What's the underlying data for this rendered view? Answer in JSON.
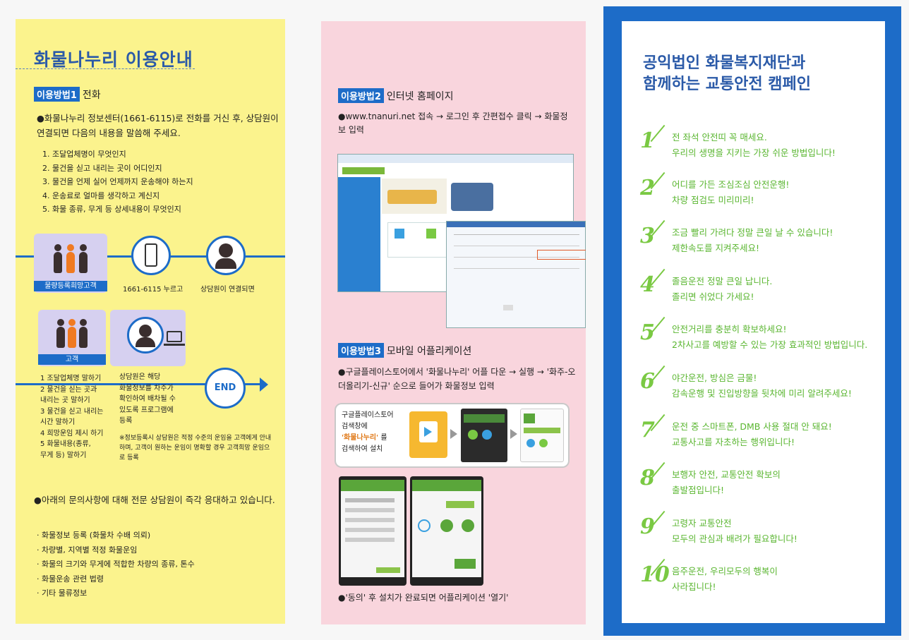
{
  "panel1": {
    "title": "화물나누리 이용안내",
    "method1": {
      "tag": "이용방법1",
      "title": "전화"
    },
    "intro": "●화물나누리 정보센터(1661-6115)로 전화를 거신 후, 상담원이 연결되면 다음의 내용을 말씀해 주세요.",
    "steps": [
      "1. 조달업체명이 무엇인지",
      "2. 물건을 싣고 내리는 곳이 어디인지",
      "3. 물건을 언제 실어 언제까지 운송해야 하는지",
      "4. 운송료로 얼마를 생각하고 계신지",
      "5. 화물 종류, 무게 등 상세내용이 무엇인지"
    ],
    "flow": {
      "customer_label": "물량등록희망고객",
      "call_label": "1661-6115 누르고",
      "agent_label": "상담원이 연결되면",
      "customer2_label": "고객",
      "end_label": "END"
    },
    "customer_steps": [
      "1 조달업체명 말하기",
      "2 물건을 싣는 곳과",
      "   내리는 곳 말하기",
      "3 물건을 싣고 내리는",
      "   시간 말하기",
      "4 희망운임 제시 하기",
      "5 화물내용(종류,",
      "   무게 등) 말하기"
    ],
    "agent_steps": [
      "상담원은 해당",
      "화물정보를 차주가",
      "확인하여 배차될 수",
      "있도록 프로그램에",
      "등록"
    ],
    "note": "※정보등록시 상담원은 적정 수준의 운임을 고객에게 안내하며, 고객이 원하는 운임이 명확할 경우 고객희망 운임으로 등록",
    "bottom_intro": "●아래의 문의사항에 대해 전문 상담원이 즉각 응대하고 있습니다.",
    "bullets": [
      "· 화물정보 등록 (화물차 수배 의뢰)",
      "· 차량별, 지역별 적정 화물운임",
      "· 화물의 크기와 무게에 적합한 차량의 종류, 톤수",
      "· 화물운송 관련 법령",
      "· 기타 물류정보"
    ]
  },
  "panel2": {
    "method2": {
      "tag": "이용방법2",
      "title": "인터넷 홈페이지"
    },
    "method2_text": "●www.tnanuri.net 접속 → 로그인 후 간편접수 클릭 → 화물정보 입력",
    "method3": {
      "tag": "이용방법3",
      "title": "모바일 어플리케이션"
    },
    "method3_text": "●구글플레이스토어에서 '화물나누리' 어플 다운 → 실행 → '화주-오더올리기-신규' 순으로 들어가 화물정보 입력",
    "store_text_1": "구글플레이스토어",
    "store_text_2": "검색창에",
    "store_text_hl": "'화물나누리'",
    "store_text_3": "를",
    "store_text_4": "검색하여 설치",
    "final_text": "●'동의' 후 설치가 완료되면 어플리케이션 '열기'"
  },
  "panel3": {
    "title_1": "공익법인 화물복지재단과",
    "title_2": "함께하는 교통안전 캠페인",
    "items": [
      {
        "num": "1",
        "l1": "전 좌석 안전띠 꼭 매세요.",
        "l2": "우리의 생명을 지키는 가장 쉬운 방법입니다!"
      },
      {
        "num": "2",
        "l1": "어디를 가든 조심조심 안전운행!",
        "l2": "차량 점검도 미리미리!"
      },
      {
        "num": "3",
        "l1": "조금 빨리 가려다 정말 큰일 날 수 있습니다!",
        "l2": "제한속도를 지켜주세요!"
      },
      {
        "num": "4",
        "l1": "졸음운전 정말 큰일 납니다.",
        "l2": "졸리면 쉬었다 가세요!"
      },
      {
        "num": "5",
        "l1": "안전거리를 충분히 확보하세요!",
        "l2": "2차사고를 예방할 수 있는 가장 효과적인 방법입니다."
      },
      {
        "num": "6",
        "l1": "야간운전, 방심은 금물!",
        "l2": "감속운행 및 진입방향을 뒷차에 미리 알려주세요!"
      },
      {
        "num": "7",
        "l1": "운전 중 스마트폰, DMB 사용 절대 안 돼요!",
        "l2": "교통사고를 자초하는 행위입니다!"
      },
      {
        "num": "8",
        "l1": "보행자 안전, 교통안전 확보의",
        "l2": "출발점입니다!"
      },
      {
        "num": "9",
        "l1": "고령자 교통안전",
        "l2": "모두의 관심과 배려가 필요합니다!"
      },
      {
        "num": "10",
        "l1": "음주운전, 우리모두의 행복이",
        "l2": "사라집니다!"
      }
    ]
  },
  "colors": {
    "accent_blue": "#1d6cc8",
    "panel1_bg": "#fbf38d",
    "panel2_bg": "#f9d5dd",
    "campaign_green": "#5ab630"
  }
}
